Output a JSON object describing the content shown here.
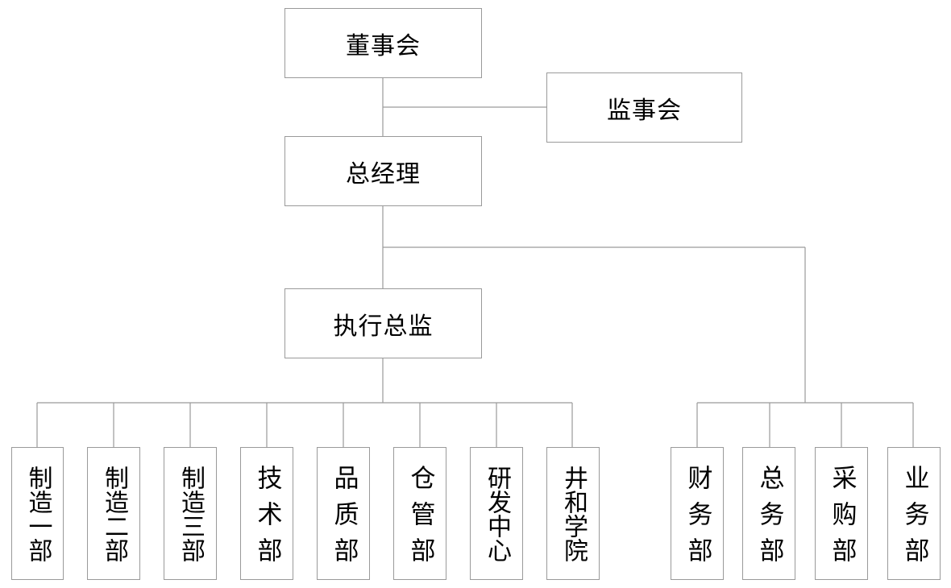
{
  "org_chart": {
    "board": "董事会",
    "supervisors": "监事会",
    "general_manager": "总经理",
    "executive_director": "执行总监",
    "exec_departments": [
      "制造一部",
      "制造二部",
      "制造三部",
      "技术部",
      "品质部",
      "仓管部",
      "研发中心",
      "井和学院"
    ],
    "gm_departments": [
      "财务部",
      "总务部",
      "采购部",
      "业务部"
    ]
  },
  "colors": {
    "line": "#9a9a9a",
    "border": "#9a9a9a",
    "text": "#000000"
  }
}
